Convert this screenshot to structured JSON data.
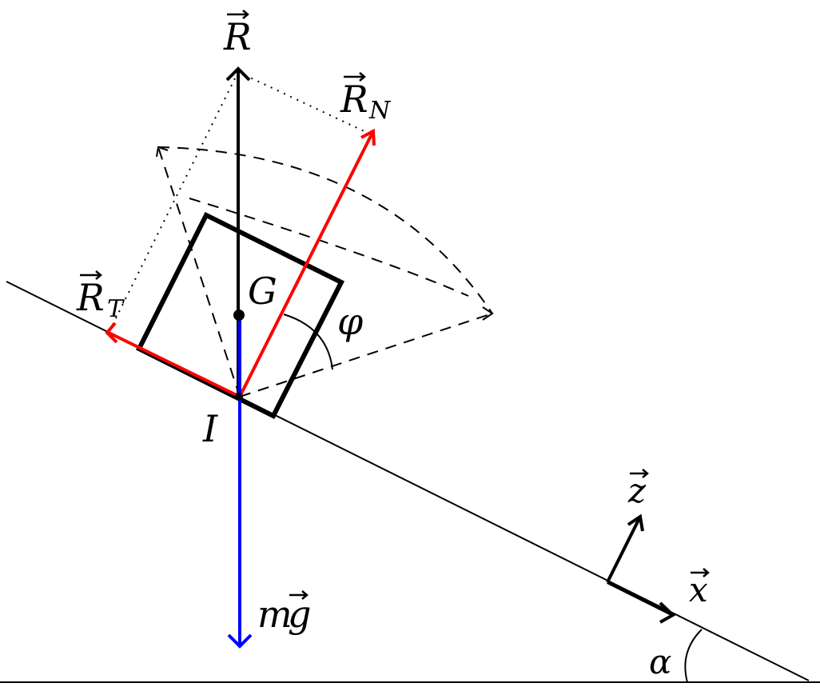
{
  "labels": {
    "R": "R",
    "R_N": "R",
    "R_N_sub": "N",
    "R_T": "R",
    "R_T_sub": "T",
    "G": "G",
    "I": "I",
    "phi": "φ",
    "mg": "mg",
    "mg_m": "m",
    "mg_g": "g",
    "z": "z",
    "x": "x",
    "alpha": "α"
  },
  "colors": {
    "ink": "#000000",
    "red": "#ff0000",
    "blue": "#0000ff"
  }
}
